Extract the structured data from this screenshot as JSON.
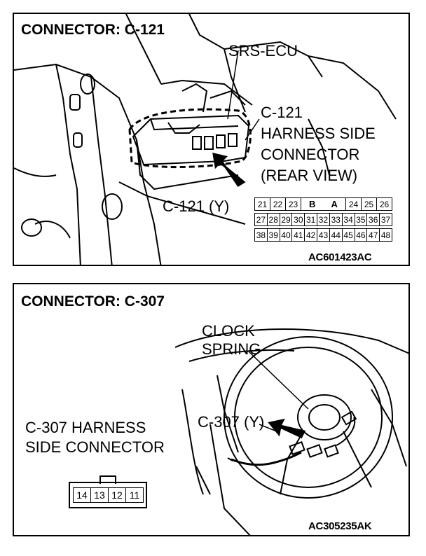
{
  "panel1": {
    "title": "CONNECTOR: C-121",
    "ecu_label": "SRS-ECU",
    "harness_label": [
      "C-121",
      "HARNESS SIDE",
      "CONNECTOR",
      "(REAR VIEW)"
    ],
    "connector_label": "C-121 (Y)",
    "code": "AC601423AC",
    "pins": {
      "row1_left": [
        "21",
        "22",
        "23"
      ],
      "row1_mid": [
        "B",
        "A"
      ],
      "row1_right": [
        "24",
        "25",
        "26"
      ],
      "row2": [
        "27",
        "28",
        "29",
        "30",
        "31",
        "32",
        "33",
        "34",
        "35",
        "36",
        "37"
      ],
      "row3": [
        "38",
        "39",
        "40",
        "41",
        "42",
        "43",
        "44",
        "45",
        "46",
        "47",
        "48"
      ]
    }
  },
  "panel2": {
    "title": "CONNECTOR: C-307",
    "clock_label": [
      "CLOCK",
      "SPRING"
    ],
    "connector_label": "C-307 (Y)",
    "harness_label": [
      "C-307 HARNESS",
      "SIDE CONNECTOR"
    ],
    "code": "AC305235AK",
    "pins": [
      "14",
      "13",
      "12",
      "11"
    ]
  }
}
